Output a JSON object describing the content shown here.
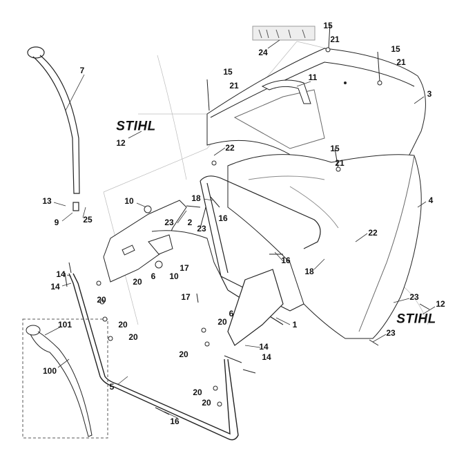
{
  "diagram": {
    "brand_logo": "STIHL",
    "callouts": [
      "7",
      "15",
      "21",
      "11",
      "24",
      "15",
      "21",
      "15",
      "21",
      "3",
      "12",
      "22",
      "15",
      "21",
      "4",
      "13",
      "9",
      "25",
      "10",
      "18",
      "16",
      "23",
      "2",
      "23",
      "22",
      "16",
      "18",
      "14",
      "14",
      "6",
      "10",
      "17",
      "20",
      "20",
      "17",
      "6",
      "20",
      "20",
      "23",
      "12",
      "1",
      "20",
      "20",
      "14",
      "14",
      "101",
      "100",
      "5",
      "23",
      "20",
      "20",
      "16"
    ]
  }
}
